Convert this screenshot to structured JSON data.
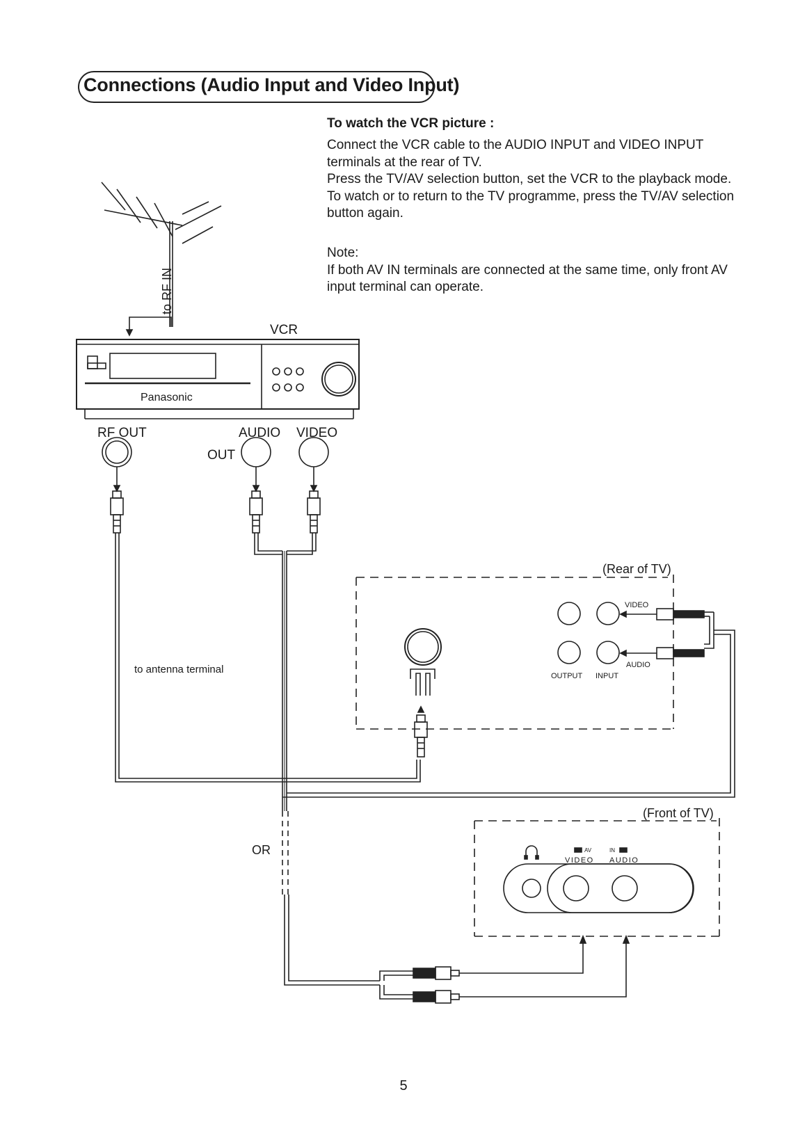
{
  "title": "Connections (Audio Input and Video Input)",
  "instructions": {
    "heading": "To watch the VCR picture :",
    "paragraphs": [
      "Connect the VCR cable to the AUDIO INPUT and VIDEO INPUT terminals at the rear of TV.",
      "Press the TV/AV selection button, set the VCR to the playback mode.",
      "To watch or to return to the TV programme, press the TV/AV selection button again."
    ],
    "note_label": "Note:",
    "note_text": "If both AV IN terminals are connected at the same time, only front AV input terminal can operate."
  },
  "diagram": {
    "to_rf_in": "to RF IN",
    "vcr_label": "VCR",
    "vcr_brand": "Panasonic",
    "rf_out": "RF OUT",
    "audio": "AUDIO",
    "video": "VIDEO",
    "out": "OUT",
    "to_antenna_terminal": "to antenna terminal",
    "rear_of_tv": "(Rear of TV)",
    "rear_video": "VIDEO",
    "rear_audio": "AUDIO",
    "rear_output": "OUTPUT",
    "rear_input": "INPUT",
    "front_of_tv": "(Front of TV)",
    "or_label": "OR",
    "front_av": "AV",
    "front_in": "IN",
    "front_video": "VIDEO",
    "front_audio": "AUDIO"
  },
  "page_number": "5"
}
